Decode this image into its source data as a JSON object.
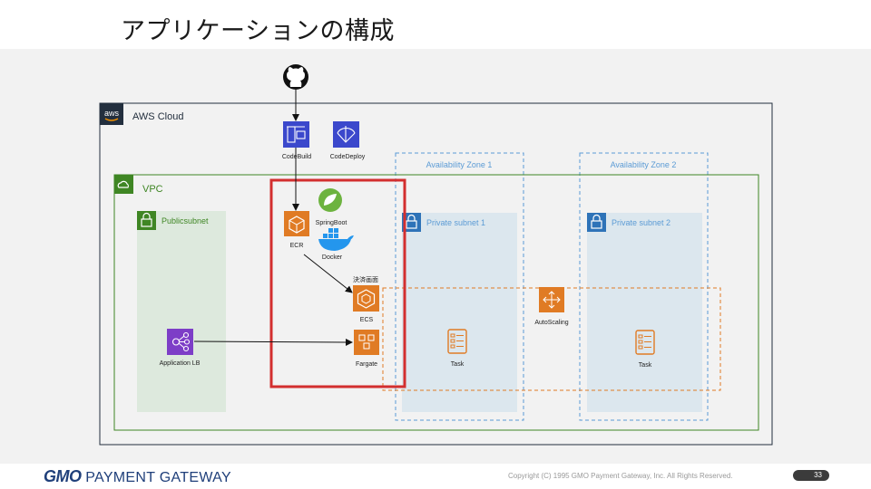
{
  "slide": {
    "title": "アプリケーションの構成",
    "copyright": "Copyright (C) 1995 GMO Payment Gateway, Inc. All Rights Reserved.",
    "page_number": "33",
    "logo": {
      "mark": "GMO",
      "text": "PAYMENT GATEWAY"
    }
  },
  "diagram": {
    "aws_cloud": "AWS Cloud",
    "aws_logo": "aws",
    "vpc": "VPC",
    "public_subnet": "Publicsubnet",
    "availability_zone_1": "Availability Zone 1",
    "availability_zone_2": "Availability Zone 2",
    "private_subnet_1": "Private subnet 1",
    "private_subnet_2": "Private subnet 2",
    "codebuild": "CodeBuild",
    "codedeploy": "CodeDeploy",
    "ecr": "ECR",
    "springboot": "SpringBoot",
    "docker": "Docker",
    "service_name": "決済画面",
    "ecs": "ECS",
    "fargate": "Fargate",
    "autoscaling": "AutoScaling",
    "task_1": "Task",
    "task_2": "Task",
    "alb": "Application LB"
  },
  "colors": {
    "aws_border": "#232f3e",
    "vpc_green": "#3f8624",
    "az_blue": "#5b9bd5",
    "subnet_fill": "#dce7ee",
    "public_fill": "#dde9dd",
    "orange": "#e07b24",
    "purple": "#7d3ec7",
    "blue_dev": "#3b48cc",
    "highlight_red": "#d32f2f"
  }
}
